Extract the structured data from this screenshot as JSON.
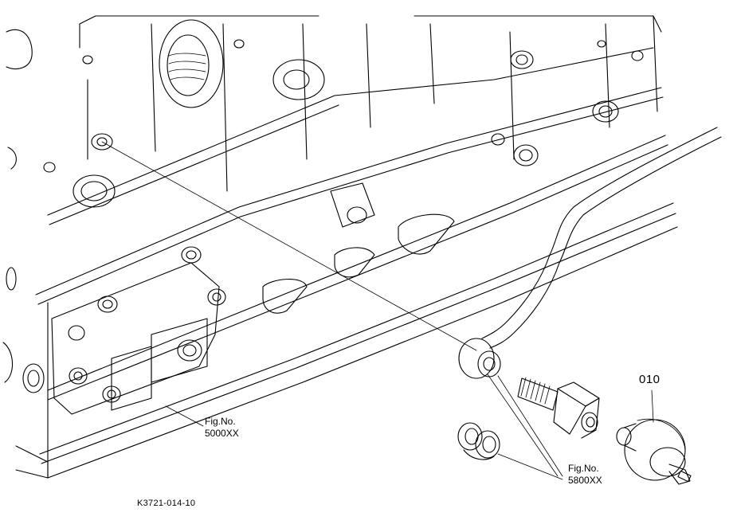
{
  "labels": {
    "part_number": "010",
    "ref_block": {
      "line1": "Fig.No.",
      "line2": "5000XX"
    },
    "ref_hose": {
      "line1": "Fig.No.",
      "line2": "5800XX"
    },
    "drawing_id": "K3721-014-10"
  },
  "colors": {
    "ink": "#000000",
    "paper": "#ffffff"
  }
}
